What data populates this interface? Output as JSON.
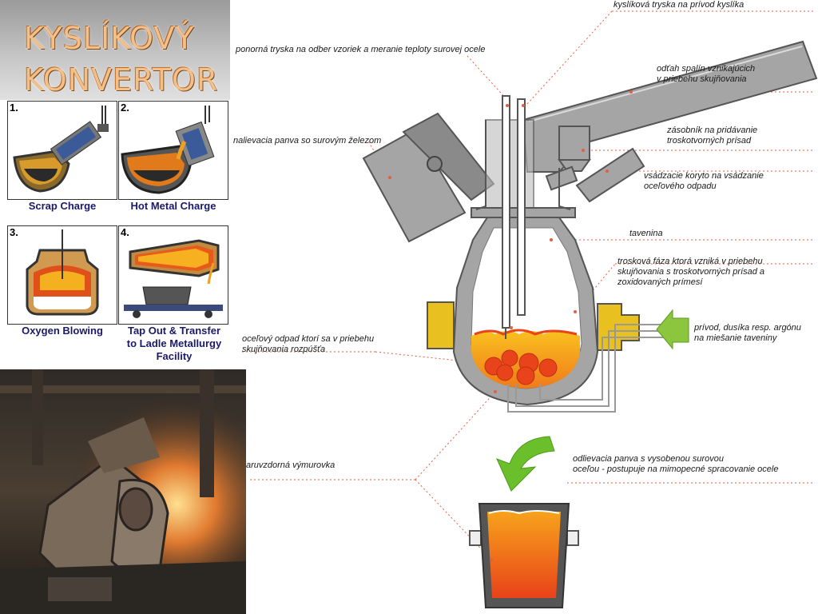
{
  "title": {
    "line1": "KYSLÍKOVÝ",
    "line2": "KONVERTOR"
  },
  "steps": [
    {
      "num": "1.",
      "caption": "Scrap Charge"
    },
    {
      "num": "2.",
      "caption": "Hot Metal Charge"
    },
    {
      "num": "3.",
      "caption": "Oxygen Blowing"
    },
    {
      "num": "4.",
      "caption_l1": "Tap Out & Transfer",
      "caption_l2": "to Ladle Metallurgy",
      "caption_l3": "Facility"
    }
  ],
  "labels": {
    "oxygen_lance": "kyslíková tryska na prívod kyslíka",
    "sampling_lance": "ponorná tryska na odber vzoriek a meranie teploty surovej ocele",
    "flue_gas_l1": "odťah spalín vznikajúcich",
    "flue_gas_l2": "v priebehu skujňovania",
    "hot_metal_ladle": "nalievacia panva so surovým železom",
    "flux_bin_l1": "zásobník na pridávanie",
    "flux_bin_l2": "troskotvorných prísad",
    "scrap_chute_l1": "vsádzacie koryto na vsádzanie",
    "scrap_chute_l2": "oceľového odpadu",
    "melt": "tavenina",
    "slag_l1": "trosková fáza ktorá vzniká v priebehu",
    "slag_l2": "skujňovania s troskotvorných prísad a",
    "slag_l3": "zoxidovaných prímesí",
    "inert_gas_l1": "prívod, dusíka resp. argónu",
    "inert_gas_l2": "na miešanie taveniny",
    "scrap_dissolve_l1": "oceľový odpad ktorí sa v priebehu",
    "scrap_dissolve_l2": "skujňovania rozpúšťa",
    "refractory": "aruvzdorná výmurovka",
    "tapping_ladle_l1": "odlievacia panva s vysobenou surovou",
    "tapping_ladle_l2": "oceľou - postupuje na mimopecné spracovanie ocele"
  },
  "colors": {
    "steel": "#a5a5a5",
    "steel_dark": "#555555",
    "melt": "#f7a21b",
    "melt_hot": "#e8431a",
    "gas_arrow": "#8cc63f",
    "flow_arrow": "#6bbf2a",
    "trunnion": "#e8c020",
    "leader": "#e06040"
  }
}
